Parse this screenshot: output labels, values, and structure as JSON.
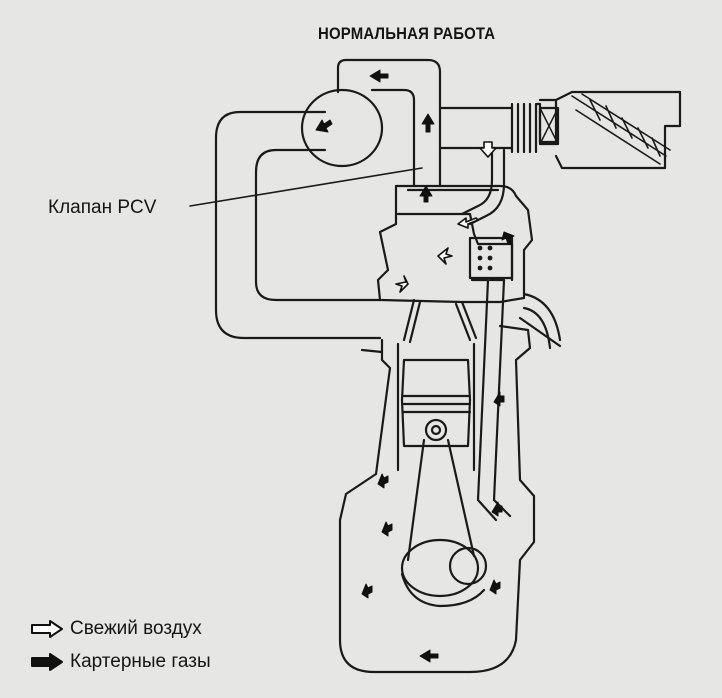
{
  "title": "НОРМАЛЬНАЯ РАБОТА",
  "callouts": {
    "pcv_valve": "Клапан PCV"
  },
  "legend": {
    "fresh_air": "Свежий воздух",
    "crankcase_gases": "Картерные газы"
  },
  "colors": {
    "background": "#e6e6e4",
    "line": "#1a1a1a",
    "fresh_air_fill": "#ffffff",
    "crankcase_gas_fill": "#111111"
  }
}
